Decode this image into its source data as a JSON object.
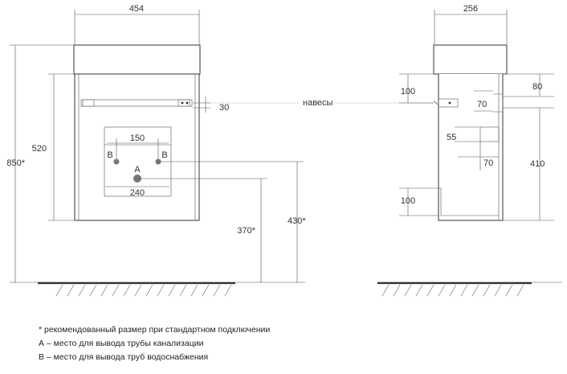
{
  "front": {
    "width": "454",
    "height_total": "850*",
    "height_body": "520",
    "hinge_offset": "30",
    "pipe_spacing": "150",
    "label_b_left": "B",
    "label_b_right": "B",
    "label_a": "A",
    "drain_spacing": "240",
    "drain_height": "370*",
    "water_height": "430*"
  },
  "hinges_label": "навесы",
  "side": {
    "depth": "256",
    "top_offset": "100",
    "hinge_80": "80",
    "hinge_70": "70",
    "inner_55": "55",
    "inner_70": "70",
    "height_410": "410",
    "bottom_100": "100"
  },
  "notes": [
    "* рекомендованный размер при стандартном подключении",
    "А – место для вывода трубы канализации",
    "В – место для вывода труб водоснабжения"
  ]
}
